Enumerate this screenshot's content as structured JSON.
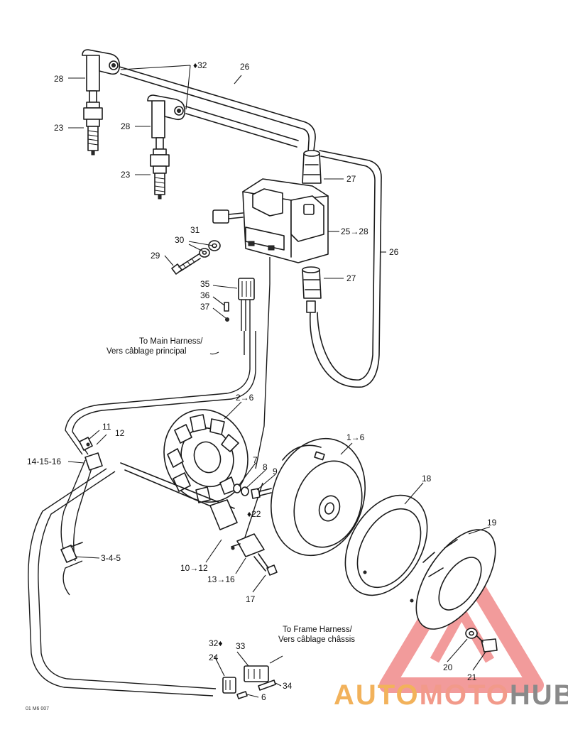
{
  "callouts": {
    "c28a": "28",
    "c23a": "23",
    "c28b": "28",
    "c23b": "23",
    "c32a": "32",
    "c26a": "26",
    "c27a": "27",
    "c2528": "25→28",
    "c31": "31",
    "c30": "30",
    "c29": "29",
    "c26b": "26",
    "c27b": "27",
    "c35": "35",
    "c36": "36",
    "c37": "37",
    "c26": "2→6",
    "c11": "11",
    "c12": "12",
    "c141516": "14-15-16",
    "c16": "1→6",
    "c7": "7",
    "c8": "8",
    "c9": "9",
    "c22": "22",
    "c18": "18",
    "c19": "19",
    "c345": "3-4-5",
    "c1012": "10→12",
    "c1316": "13→16",
    "c17": "17",
    "c32b": "32",
    "c33": "33",
    "c24": "24",
    "c34": "34",
    "c6": "6",
    "c20": "20",
    "c21": "21"
  },
  "notes": {
    "main_harness_en": "To Main Harness/",
    "main_harness_fr": "Vers câblage principal",
    "frame_harness_en": "To Frame Harness/",
    "frame_harness_fr": "Vers câblage châssis"
  },
  "drawing_code": "01 M6 007",
  "watermark": {
    "part1": "AUTO",
    "part2": "MOTO",
    "part3": "HUB",
    "colors": {
      "auto": "#f2b25b",
      "moto": "#f29a8a",
      "hub": "#8a8a8a",
      "triangle": "#e84a4a"
    }
  }
}
